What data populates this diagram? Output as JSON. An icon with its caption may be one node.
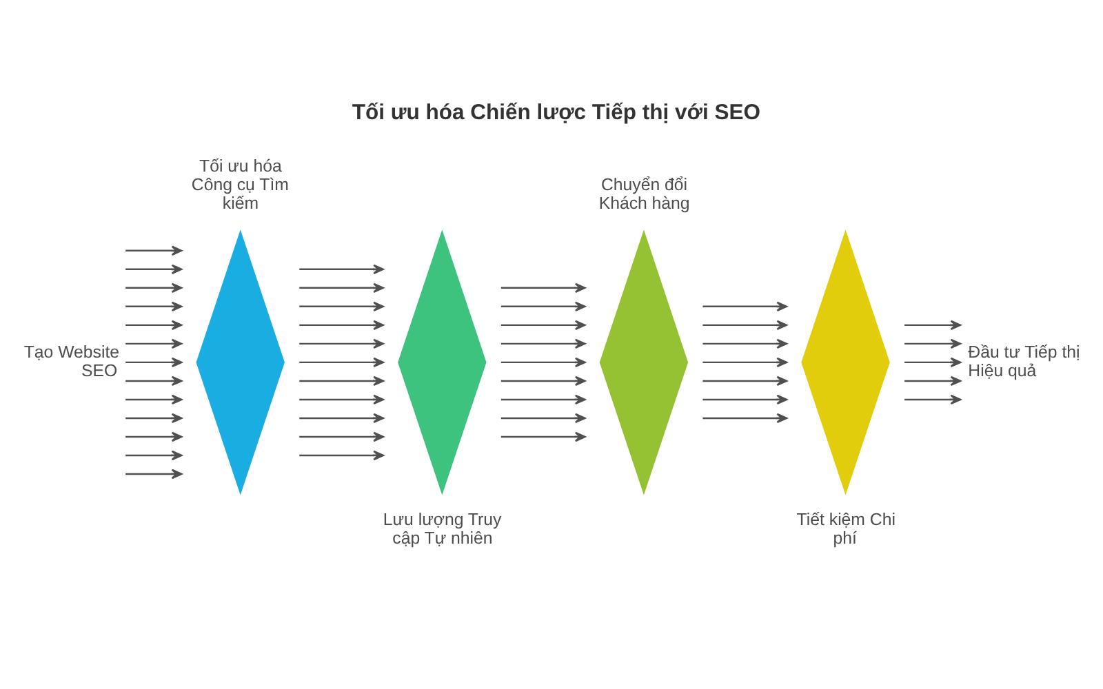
{
  "diagram": {
    "title": "Tối ưu hóa Chiến lược Tiếp thị với SEO",
    "nodes": [
      {
        "text": [
          "Tạo Website SEO"
        ]
      },
      {
        "text": [
          "Tối ưu hóa Công cụ Tìm kiếm"
        ]
      },
      {
        "text": [
          "Lưu lượng Truy cập Tự nhiên"
        ]
      },
      {
        "text": [
          "Chuyển đổi Khách hàng"
        ]
      },
      {
        "text": [
          "Tiết kiệm Chi phí"
        ]
      },
      {
        "text": [
          "Đầu tư Tiếp thị Hiệu quả"
        ]
      }
    ],
    "edges": [
      {
        "from": 0,
        "to": 1,
        "arrow": "to"
      },
      {
        "from": 0,
        "to": 1,
        "arrow": "to"
      },
      {
        "from": 0,
        "to": 1,
        "arrow": "to"
      },
      {
        "from": 0,
        "to": 1,
        "arrow": "to"
      },
      {
        "from": 0,
        "to": 1,
        "arrow": "to"
      },
      {
        "from": 0,
        "to": 1,
        "arrow": "to"
      },
      {
        "from": 0,
        "to": 1,
        "arrow": "to"
      },
      {
        "from": 0,
        "to": 1,
        "arrow": "to"
      },
      {
        "from": 0,
        "to": 1,
        "arrow": "to"
      },
      {
        "from": 0,
        "to": 1,
        "arrow": "to"
      },
      {
        "from": 0,
        "to": 1,
        "arrow": "to"
      },
      {
        "from": 0,
        "to": 1,
        "arrow": "to"
      },
      {
        "from": 0,
        "to": 1,
        "arrow": "to"
      },
      {
        "from": 1,
        "to": 2,
        "arrow": "to"
      },
      {
        "from": 1,
        "to": 2,
        "arrow": "to"
      },
      {
        "from": 1,
        "to": 2,
        "arrow": "to"
      },
      {
        "from": 1,
        "to": 2,
        "arrow": "to"
      },
      {
        "from": 1,
        "to": 2,
        "arrow": "to"
      },
      {
        "from": 1,
        "to": 2,
        "arrow": "to"
      },
      {
        "from": 1,
        "to": 2,
        "arrow": "to"
      },
      {
        "from": 1,
        "to": 2,
        "arrow": "to"
      },
      {
        "from": 1,
        "to": 2,
        "arrow": "to"
      },
      {
        "from": 1,
        "to": 2,
        "arrow": "to"
      },
      {
        "from": 1,
        "to": 2,
        "arrow": "to"
      },
      {
        "from": 2,
        "to": 3,
        "arrow": "to"
      },
      {
        "from": 2,
        "to": 3,
        "arrow": "to"
      },
      {
        "from": 2,
        "to": 3,
        "arrow": "to"
      },
      {
        "from": 2,
        "to": 3,
        "arrow": "to"
      },
      {
        "from": 2,
        "to": 3,
        "arrow": "to"
      },
      {
        "from": 2,
        "to": 3,
        "arrow": "to"
      },
      {
        "from": 2,
        "to": 3,
        "arrow": "to"
      },
      {
        "from": 2,
        "to": 3,
        "arrow": "to"
      },
      {
        "from": 2,
        "to": 3,
        "arrow": "to"
      },
      {
        "from": 3,
        "to": 4,
        "arrow": "to"
      },
      {
        "from": 3,
        "to": 4,
        "arrow": "to"
      },
      {
        "from": 3,
        "to": 4,
        "arrow": "to"
      },
      {
        "from": 3,
        "to": 4,
        "arrow": "to"
      },
      {
        "from": 3,
        "to": 4,
        "arrow": "to"
      },
      {
        "from": 3,
        "to": 4,
        "arrow": "to"
      },
      {
        "from": 3,
        "to": 4,
        "arrow": "to"
      },
      {
        "from": 4,
        "to": 5,
        "arrow": "to"
      },
      {
        "from": 4,
        "to": 5,
        "arrow": "to"
      },
      {
        "from": 4,
        "to": 5,
        "arrow": "to"
      },
      {
        "from": 4,
        "to": 5,
        "arrow": "to"
      },
      {
        "from": 4,
        "to": 5,
        "arrow": "to"
      }
    ]
  }
}
